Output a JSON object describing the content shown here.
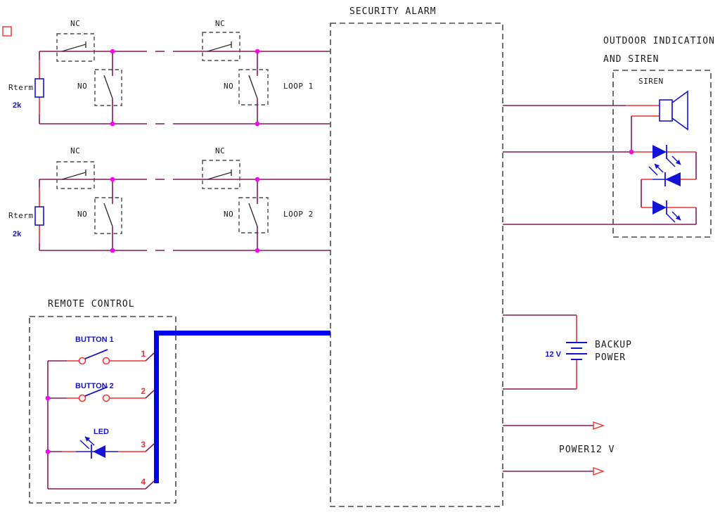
{
  "title": "SECURITY ALARM",
  "loops": [
    {
      "label": "LOOP 1",
      "rterm_label": "Rterm",
      "rterm_value": "2k",
      "nc_a": "NC",
      "no_a": "NO",
      "nc_b": "NC",
      "no_b": "NO"
    },
    {
      "label": "LOOP 2",
      "rterm_label": "Rterm",
      "rterm_value": "2k",
      "nc_a": "NC",
      "no_a": "NO",
      "nc_b": "NC",
      "no_b": "NO"
    }
  ],
  "remote_control": {
    "title": "REMOTE CONTROL",
    "button1_label": "BUTTON 1",
    "button2_label": "BUTTON 2",
    "led_label": "LED",
    "terminal1": "1",
    "terminal2": "2",
    "terminal3": "3",
    "terminal4": "4"
  },
  "outdoor": {
    "title_line1": "OUTDOOR INDICATION",
    "title_line2": "AND SIREN",
    "siren_label": "SIREN"
  },
  "backup_power": {
    "voltage": "12 V",
    "label_line1": "BACKUP",
    "label_line2": "POWER"
  },
  "power_output": {
    "label": "POWER12 V"
  },
  "colors": {
    "wire": "#871a58",
    "accent_red": "#f03030",
    "component_blue": "#1414d6",
    "bus_blue": "#0000ee",
    "junction_magenta": "#ff00ff",
    "box_dash": "#4a4a4a",
    "text": "#1b1b1b"
  }
}
